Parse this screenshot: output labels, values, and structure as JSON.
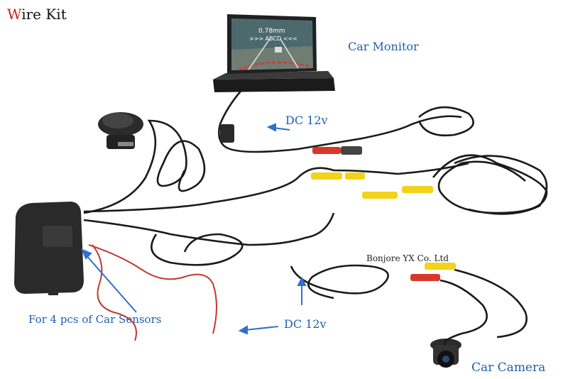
{
  "title": {
    "first": "W",
    "rest": "ire  Kit"
  },
  "labels": {
    "car_monitor": "Car Monitor",
    "dc_top": "DC 12v",
    "dc_bottom": "DC 12v",
    "sensors": "For 4 pcs of Car Sensors",
    "car_camera": "Car Camera",
    "brand": "Bonjore YX Co. Ltd"
  },
  "monitor_screen": {
    "distance": "0.78mm",
    "code": ">>> ABCD <<<"
  },
  "colors": {
    "label_blue": "#1f5fae",
    "title_red": "#c62222",
    "rca_yellow": "#f2d21b",
    "rca_red": "#d8382b"
  }
}
